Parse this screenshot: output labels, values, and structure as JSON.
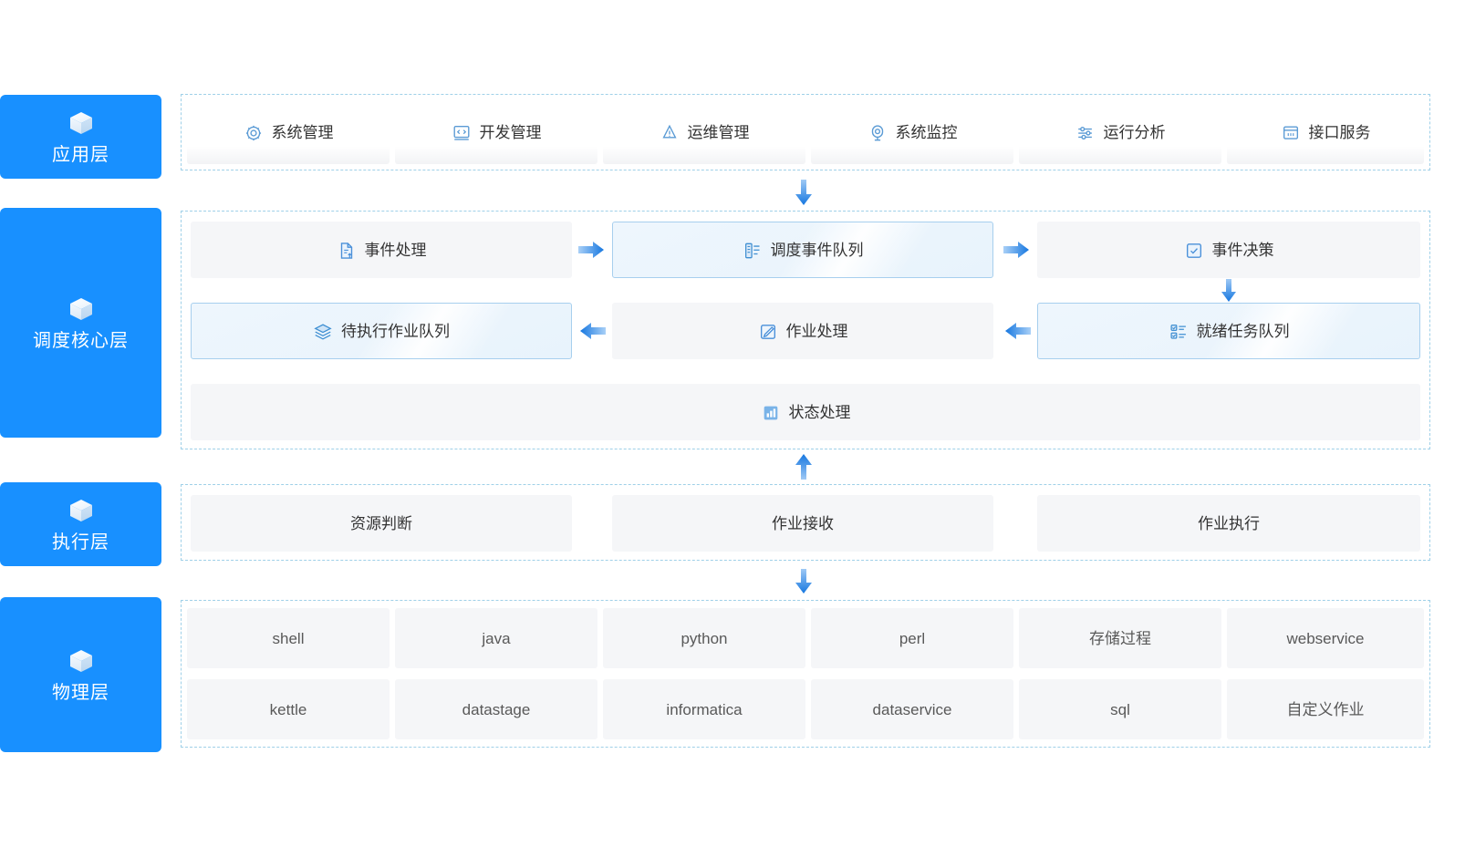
{
  "theme": {
    "brand_blue": "#1890ff",
    "arrow_blue": "#1677e0",
    "dashed_border": "#9fd0e8",
    "card_gray": "#f5f6f8",
    "highlight_bg": "#eaf4fd",
    "highlight_border": "#a7cfee",
    "text": "#333333"
  },
  "layers": [
    {
      "key": "application",
      "label": "应用层",
      "icon": "cube-icon"
    },
    {
      "key": "scheduling_core",
      "label": "调度核心层",
      "icon": "cube-icon"
    },
    {
      "key": "execution",
      "label": "执行层",
      "icon": "cube-icon"
    },
    {
      "key": "physical",
      "label": "物理层",
      "icon": "cube-icon"
    }
  ],
  "application_layer": {
    "cards": [
      {
        "label": "系统管理",
        "icon": "gear-icon"
      },
      {
        "label": "开发管理",
        "icon": "code-window-icon"
      },
      {
        "label": "运维管理",
        "icon": "alert-cone-icon"
      },
      {
        "label": "系统监控",
        "icon": "monitor-eye-icon"
      },
      {
        "label": "运行分析",
        "icon": "sliders-icon"
      },
      {
        "label": "接口服务",
        "icon": "api-window-icon"
      }
    ]
  },
  "scheduling_core_layer": {
    "row1": [
      {
        "label": "事件处理",
        "icon": "document-upload-icon",
        "style": "plain"
      },
      {
        "label": "调度事件队列",
        "icon": "queue-list-icon",
        "style": "highlight"
      },
      {
        "label": "事件决策",
        "icon": "check-square-icon",
        "style": "plain"
      }
    ],
    "row2": [
      {
        "label": "待执行作业队列",
        "icon": "layers-icon",
        "style": "highlight"
      },
      {
        "label": "作业处理",
        "icon": "edit-square-icon",
        "style": "plain"
      },
      {
        "label": "就绪任务队列",
        "icon": "checklist-icon",
        "style": "highlight"
      }
    ],
    "row3": [
      {
        "label": "状态处理",
        "icon": "bar-chart-icon",
        "style": "plain"
      }
    ]
  },
  "execution_layer": {
    "cards": [
      {
        "label": "资源判断"
      },
      {
        "label": "作业接收"
      },
      {
        "label": "作业执行"
      }
    ]
  },
  "physical_layer": {
    "row1": [
      {
        "label": "shell"
      },
      {
        "label": "java"
      },
      {
        "label": "python"
      },
      {
        "label": "perl"
      },
      {
        "label": "存储过程"
      },
      {
        "label": "webservice"
      }
    ],
    "row2": [
      {
        "label": "kettle"
      },
      {
        "label": "datastage"
      },
      {
        "label": "informatica"
      },
      {
        "label": "dataservice"
      },
      {
        "label": "sql"
      },
      {
        "label": "自定义作业"
      }
    ]
  },
  "arrows": [
    {
      "name": "app-to-core",
      "direction": "down"
    },
    {
      "name": "event-to-queue",
      "direction": "right"
    },
    {
      "name": "queue-to-decision",
      "direction": "right"
    },
    {
      "name": "decision-to-ready",
      "direction": "down"
    },
    {
      "name": "ready-to-jobproc",
      "direction": "left"
    },
    {
      "name": "jobproc-to-pending",
      "direction": "left"
    },
    {
      "name": "execution-to-core",
      "direction": "up"
    },
    {
      "name": "execution-to-physical",
      "direction": "down"
    }
  ]
}
